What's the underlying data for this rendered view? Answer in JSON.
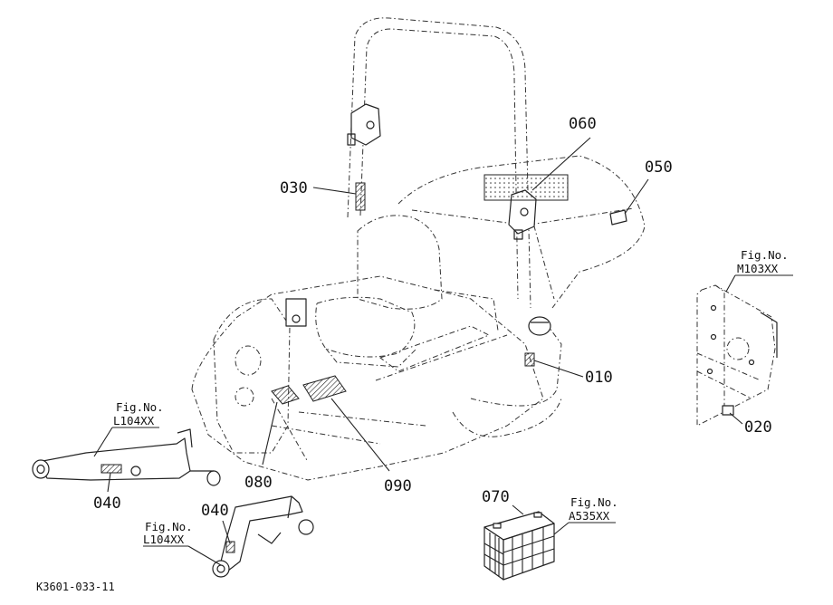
{
  "diagram": {
    "part_labels": {
      "p010": "010",
      "p020": "020",
      "p030": "030",
      "p040a": "040",
      "p040b": "040",
      "p050": "050",
      "p060": "060",
      "p070": "070",
      "p080": "080",
      "p090": "090"
    },
    "figure_refs": {
      "m103": {
        "title": "Fig.No.",
        "code": "M103XX"
      },
      "l104a": {
        "title": "Fig.No.",
        "code": "L104XX"
      },
      "l104b": {
        "title": "Fig.No.",
        "code": "L104XX"
      },
      "a535": {
        "title": "Fig.No.",
        "code": "A535XX"
      }
    },
    "drawing_code": "K3601-033-11"
  }
}
